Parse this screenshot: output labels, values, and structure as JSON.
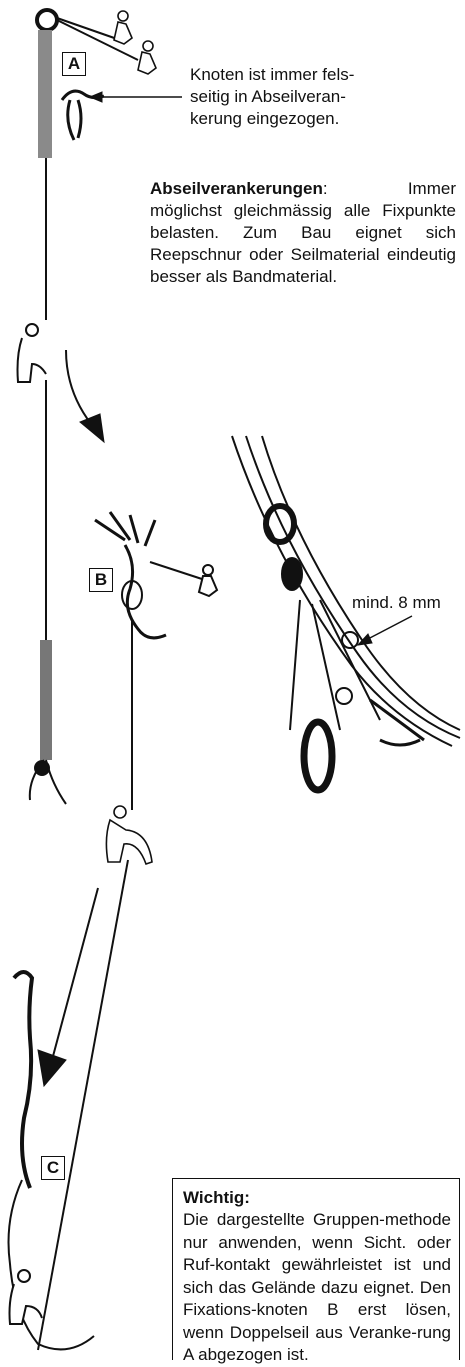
{
  "labels": {
    "a": "A",
    "b": "B",
    "c": "C"
  },
  "annotations": {
    "knot_note": "Knoten ist immer fels-seitig in Abseilveran-kerung eingezogen.",
    "rope_diameter": "mind. 8 mm"
  },
  "anchors_paragraph": {
    "term": "Abseilverankerungen",
    "text": ": Immer möglichst gleichmässig alle Fixpunkte belasten. Zum Bau eignet sich Reepschnur oder Seilmaterial eindeutig besser als Bandmaterial."
  },
  "important_box": {
    "heading": "Wichtig:",
    "text": "Die dargestellte Gruppen-methode nur anwenden, wenn Sicht. oder Ruf-kontakt gewährleistet ist und sich das Gelände dazu eignet. Den Fixations-knoten B erst lösen, wenn Doppelseil aus Veranke-rung A abgezogen ist."
  },
  "colors": {
    "ink": "#111111",
    "rock": "#8a8a8a",
    "paper": "#ffffff"
  }
}
